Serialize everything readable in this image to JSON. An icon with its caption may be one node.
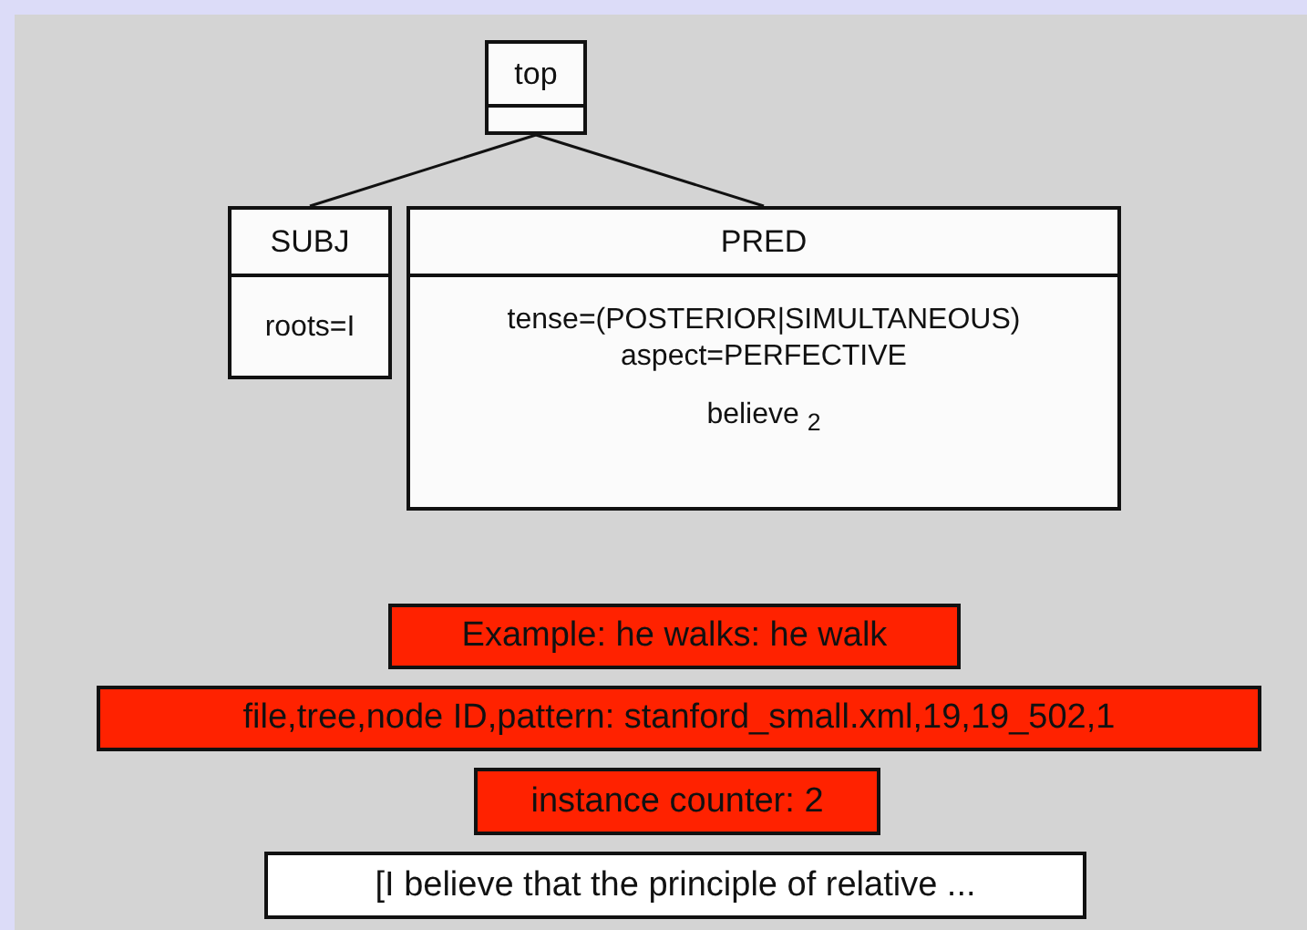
{
  "diagram": {
    "nodes": [
      {
        "text": [
          "top"
        ]
      },
      {
        "text": [
          "SUBJ",
          "roots=I"
        ]
      },
      {
        "text": [
          "PRED",
          "tense=(POSTERIOR|SIMULTANEOUS)",
          "aspect=PERFECTIVE",
          "believe $_{2}$"
        ]
      },
      {
        "text": [
          "Example: he walks: he walk"
        ]
      },
      {
        "text": [
          "file,tree,node ID,pattern: stanford_small.xml,19,19_502,1"
        ]
      },
      {
        "text": [
          "instance counter: 2"
        ]
      },
      {
        "text": [
          "[I believe that the principle of relative ..."
        ]
      }
    ],
    "edges": [
      {
        "from": 0,
        "to": 1,
        "arrow": "none"
      },
      {
        "from": 0,
        "to": 2,
        "arrow": "none"
      }
    ]
  }
}
